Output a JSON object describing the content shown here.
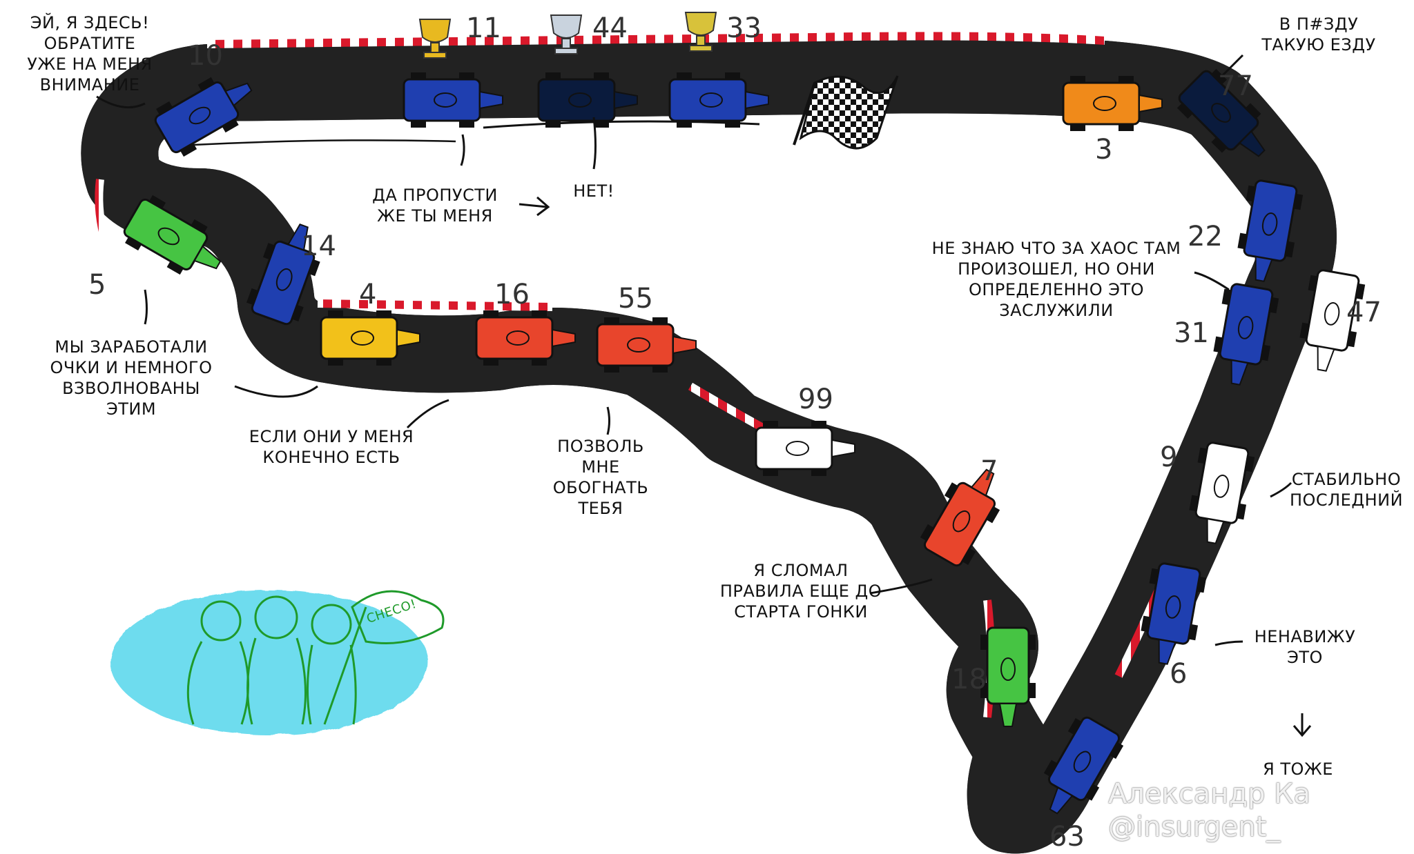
{
  "colors": {
    "track_fill": "#e7e9f2",
    "track_edge": "#222222",
    "kerb_red": "#d9192b",
    "blue": "#1f3fb0",
    "navy": "#0a1b3d",
    "cyan": "#3cc9e6",
    "yellow": "#f2c11a",
    "orange": "#f08a1a",
    "red": "#e8452c",
    "pink": "#e8567a",
    "green": "#46c443",
    "fan_paint": "#55d7ec",
    "fan_ink": "#1f9a2a"
  },
  "icons": [
    "trophy-icon",
    "checkered-flag-icon",
    "arrow-right-icon",
    "arrow-down-icon",
    "fan-flag-icon"
  ],
  "captions": {
    "hey_here": "ЭЙ, Я ЗДЕСЬ!\nОБРАТИТЕ\nУЖЕ НА МЕНЯ\nВНИМАНИЕ",
    "let_me_pass": "ДА ПРОПУСТИ\nЖЕ ТЫ МЕНЯ",
    "no": "НЕТ!",
    "screw_driving": "В П#ЗДУ\nТАКУЮ ЕЗДУ",
    "chaos": "НЕ ЗНАЮ ЧТО ЗА ХАОС ТАМ\nПРОИЗОШЕЛ, НО ОНИ\nОПРЕДЕЛЕННО ЭТО\nЗАСЛУЖИЛИ",
    "points": "МЫ ЗАРАБОТАЛИ\nОЧКИ И НЕМНОГО\nВЗВОЛНОВАНЫ\nЭТИМ",
    "if_i_have": "ЕСЛИ ОНИ У МЕНЯ\nКОНЕЧНО ЕСТЬ",
    "let_me_overtake": "ПОЗВОЛЬ\nМНЕ\nОБОГНАТЬ\nТЕБЯ",
    "broke_rules": "Я СЛОМАЛ\nПРАВИЛА ЕЩЕ ДО\nСТАРТА ГОНКИ",
    "stably_last": "СТАБИЛЬНО\nПОСЛЕДНИЙ",
    "hate_it": "НЕНАВИЖУ\nЭТО",
    "me_too": "Я ТОЖЕ"
  },
  "cars": [
    {
      "number": "10",
      "color": "#1f3fb0"
    },
    {
      "number": "11",
      "color": "#1f3fb0"
    },
    {
      "number": "44",
      "color": "#0a1b3d"
    },
    {
      "number": "33",
      "color": "#1f3fb0"
    },
    {
      "number": "3",
      "color": "#f08a1a"
    },
    {
      "number": "77",
      "color": "#0a1b3d"
    },
    {
      "number": "22",
      "color": "#1f3fb0"
    },
    {
      "number": "47",
      "color": "#ffffff"
    },
    {
      "number": "31",
      "color": "#1f3fb0"
    },
    {
      "number": "9",
      "color": "#ffffff"
    },
    {
      "number": "5",
      "color": "#46c443"
    },
    {
      "number": "14",
      "color": "#1f3fb0"
    },
    {
      "number": "4",
      "color": "#f2c11a"
    },
    {
      "number": "16",
      "color": "#e8452c"
    },
    {
      "number": "55",
      "color": "#e8452c"
    },
    {
      "number": "99",
      "color": "#ffffff"
    },
    {
      "number": "7",
      "color": "#e8452c"
    },
    {
      "number": "18",
      "color": "#46c443"
    },
    {
      "number": "6",
      "color": "#1f3fb0"
    },
    {
      "number": "63",
      "color": "#1f3fb0"
    }
  ],
  "fan_flag_text": "CHECO!",
  "watermark": {
    "name": "Александр Ка",
    "handle": "@insurgent_"
  }
}
